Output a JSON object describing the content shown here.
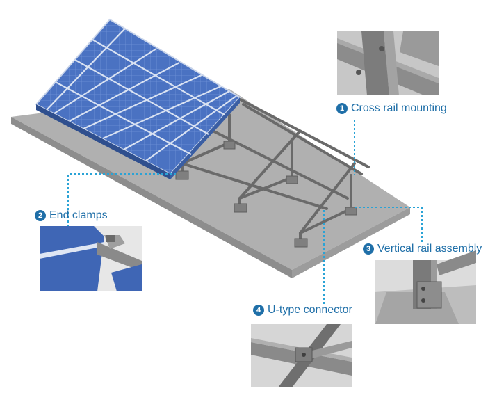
{
  "colors": {
    "accent": "#1f6fa8",
    "leader": "#2aa3d6",
    "panel": "#3f66b5",
    "ground": "#b3b3b3",
    "frame": "#6e6e6e"
  },
  "callouts": [
    {
      "number": "1",
      "text": "Cross rail mounting"
    },
    {
      "number": "2",
      "text": "End clamps"
    },
    {
      "number": "3",
      "text": "Vertical rail assembly"
    },
    {
      "number": "4",
      "text": "U-type connector"
    }
  ]
}
